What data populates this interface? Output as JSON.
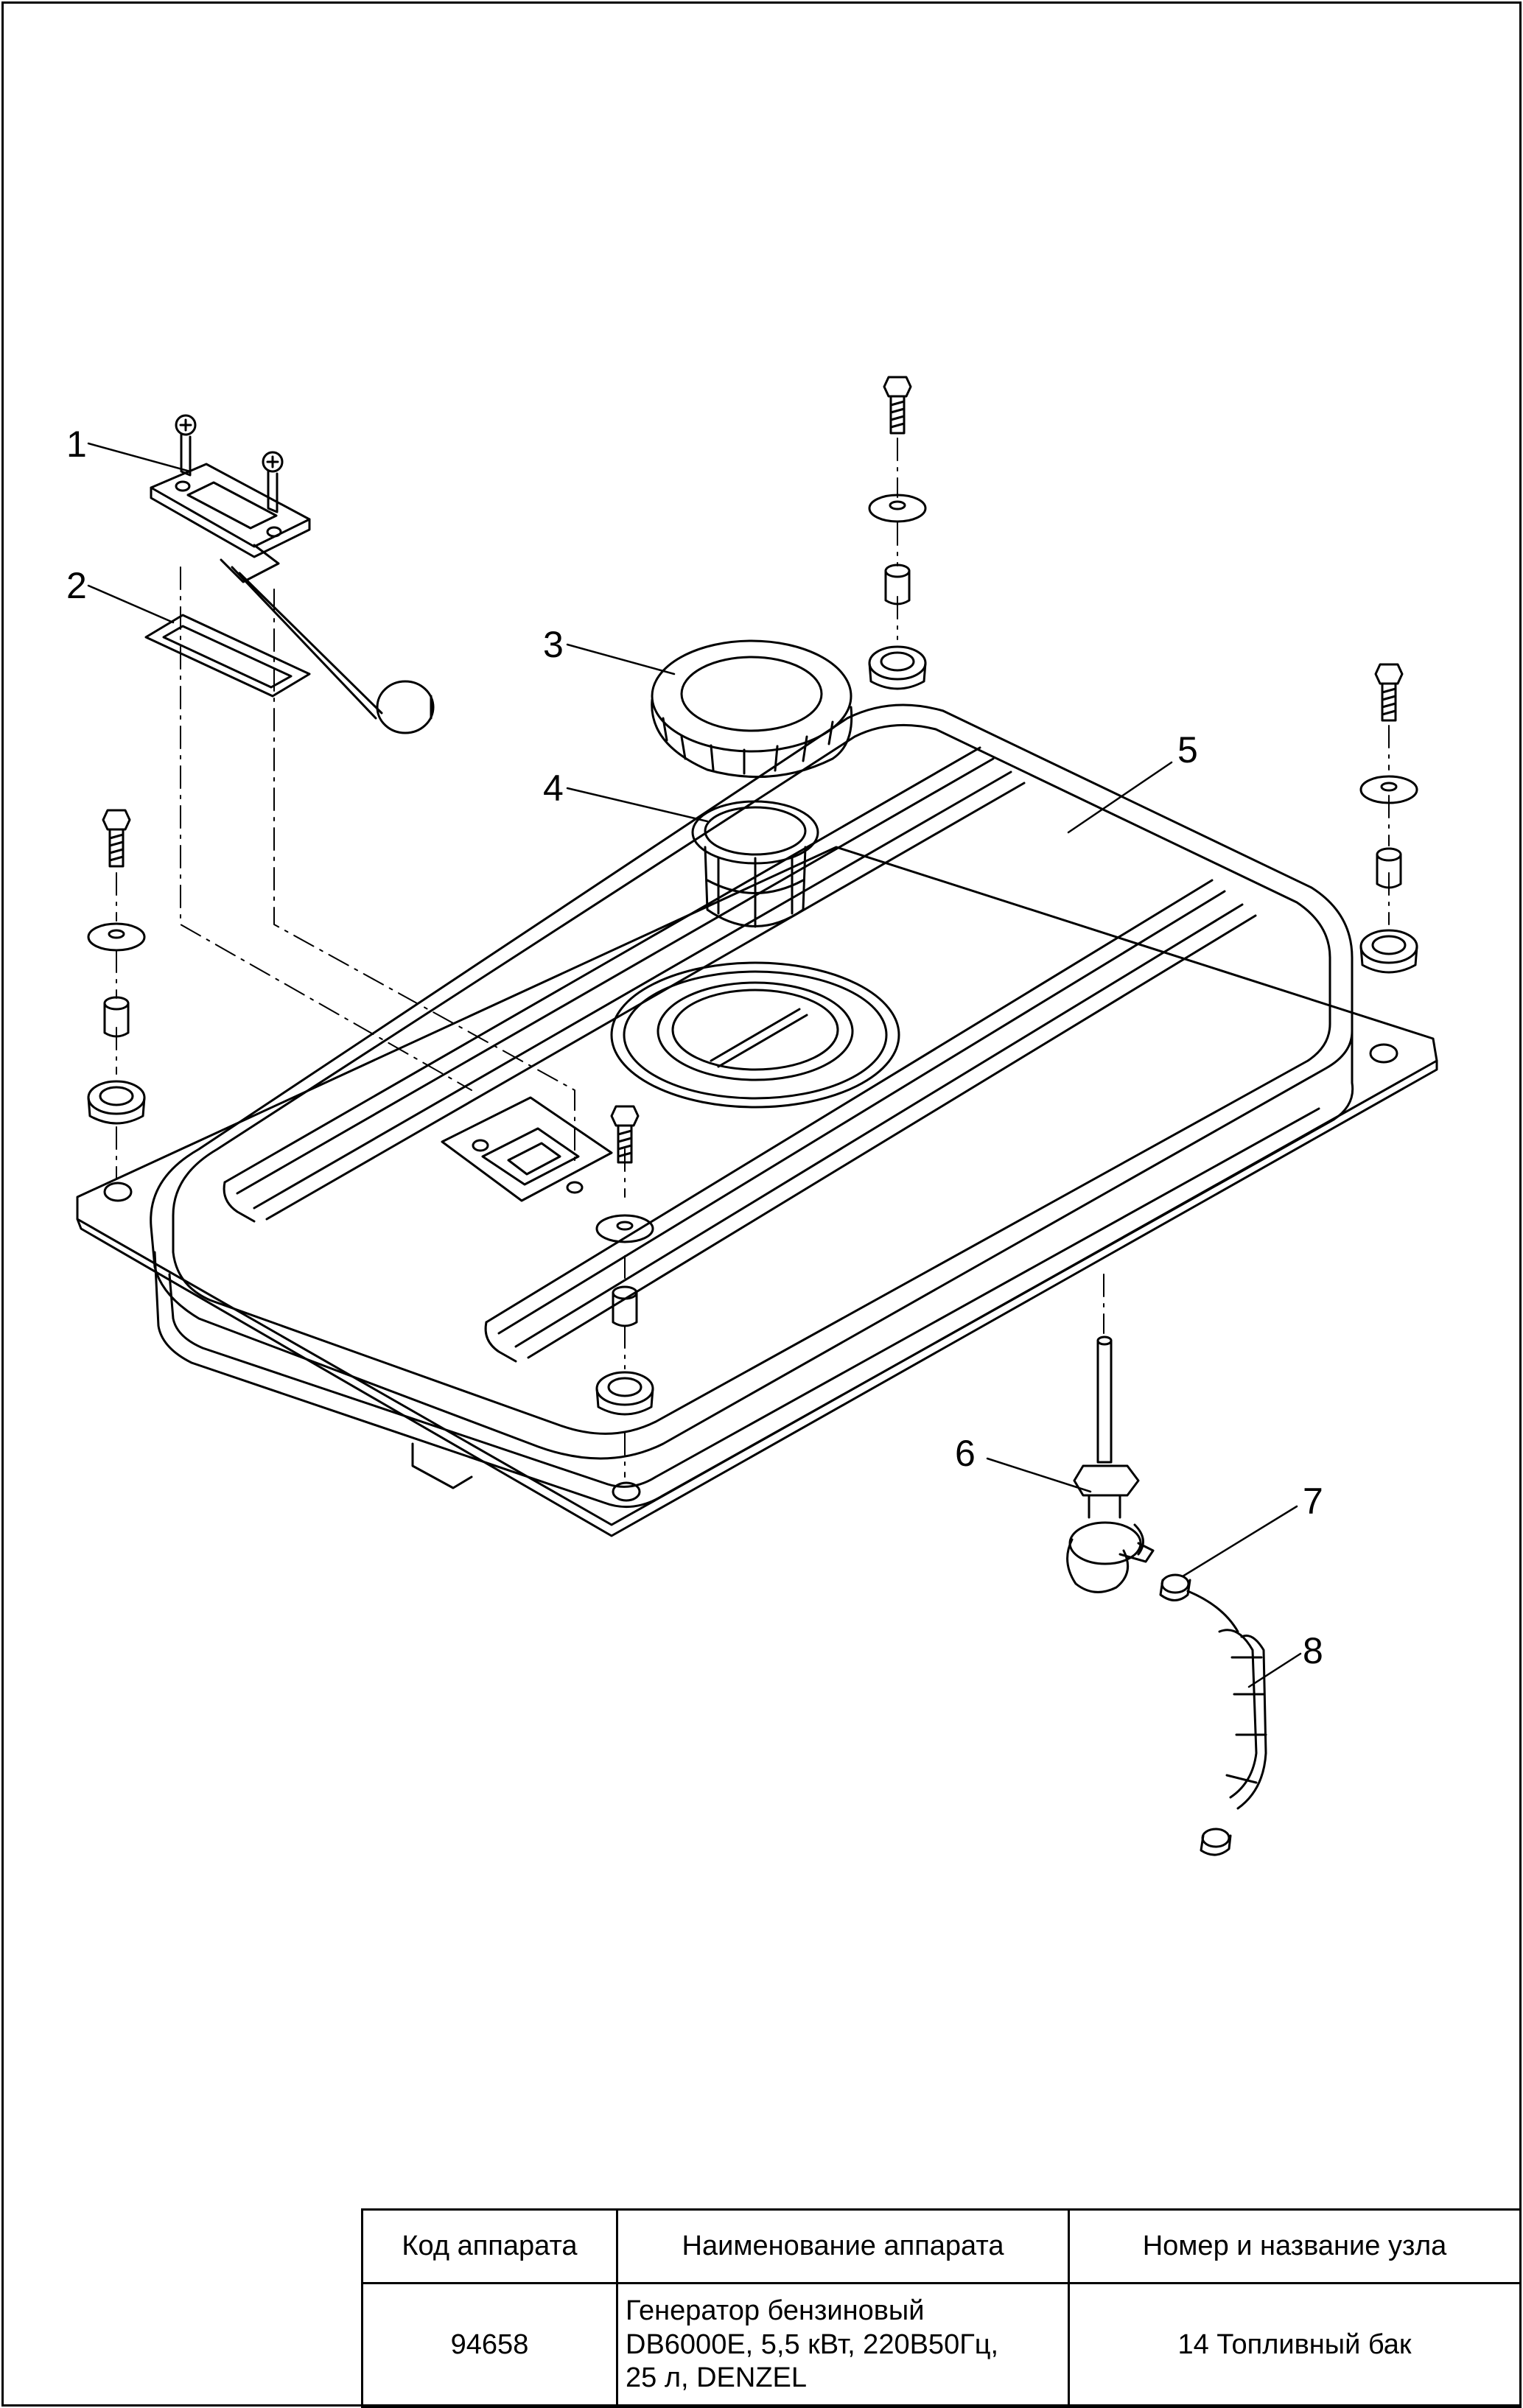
{
  "callouts": [
    {
      "id": "1"
    },
    {
      "id": "2"
    },
    {
      "id": "3"
    },
    {
      "id": "4"
    },
    {
      "id": "5"
    },
    {
      "id": "6"
    },
    {
      "id": "7"
    },
    {
      "id": "8"
    }
  ],
  "title_block": {
    "headers": {
      "code": "Код аппарата",
      "name": "Наименование аппарата",
      "unit": "Номер и название узла"
    },
    "values": {
      "code": "94658",
      "name_line1": "Генератор бензиновый",
      "name_line2": "DB6000E, 5,5 кВт, 220В50Гц,",
      "name_line3": "25 л, DENZEL",
      "unit": "14 Топливный бак"
    }
  }
}
